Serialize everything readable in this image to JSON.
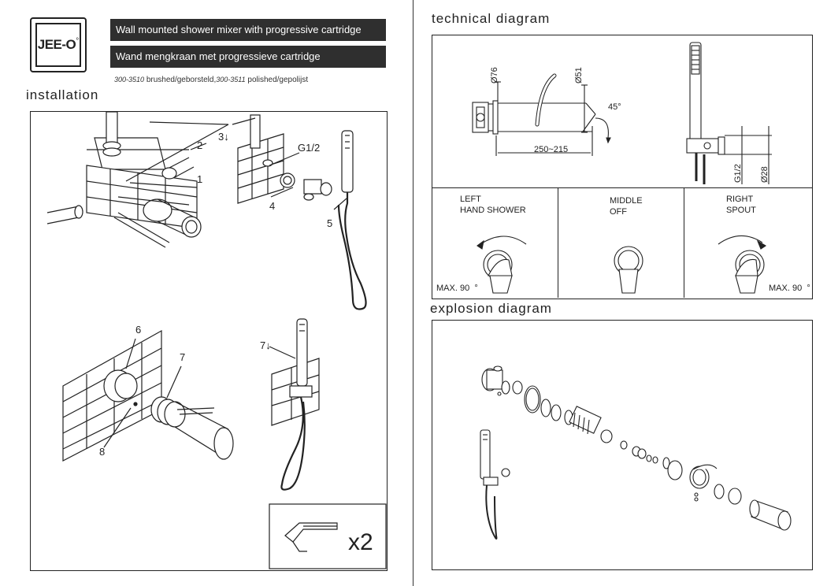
{
  "logo": {
    "text": "JEE-O",
    "mark": "°"
  },
  "header": {
    "title_en": "Wall mounted shower mixer with progressive cartridge",
    "title_nl": "Wand mengkraan met progressieve cartridge",
    "code_a": "300-3510",
    "finish_a": "brushed/geborsteld,",
    "code_b": "300-3511",
    "finish_b": "polished/gepolijst"
  },
  "sections": {
    "installation": "installation",
    "technical": "technical  diagram",
    "explosion": "explosion   diagram"
  },
  "installation": {
    "step1": "1",
    "step2": "2",
    "step3": "3↓",
    "step4": "4",
    "step5": "5",
    "step6": "6",
    "step7": "7",
    "step8": "8",
    "step9": "7↓",
    "thread": "G1/2",
    "allen_count": "x2"
  },
  "technical": {
    "dia76": "Ø76",
    "dia51": "Ø51",
    "angle": "45°",
    "length": "250~215",
    "thread": "G1/2",
    "dia28": "Ø28"
  },
  "modes": {
    "left": {
      "line1": "LEFT",
      "line2": "HAND SHOWER",
      "max": "MAX. 90",
      "deg": "°"
    },
    "middle": {
      "line1": "MIDDLE",
      "line2": "OFF"
    },
    "right": {
      "line1": "RIGHT",
      "line2": "SPOUT",
      "max": "MAX. 90",
      "deg": "°"
    }
  }
}
